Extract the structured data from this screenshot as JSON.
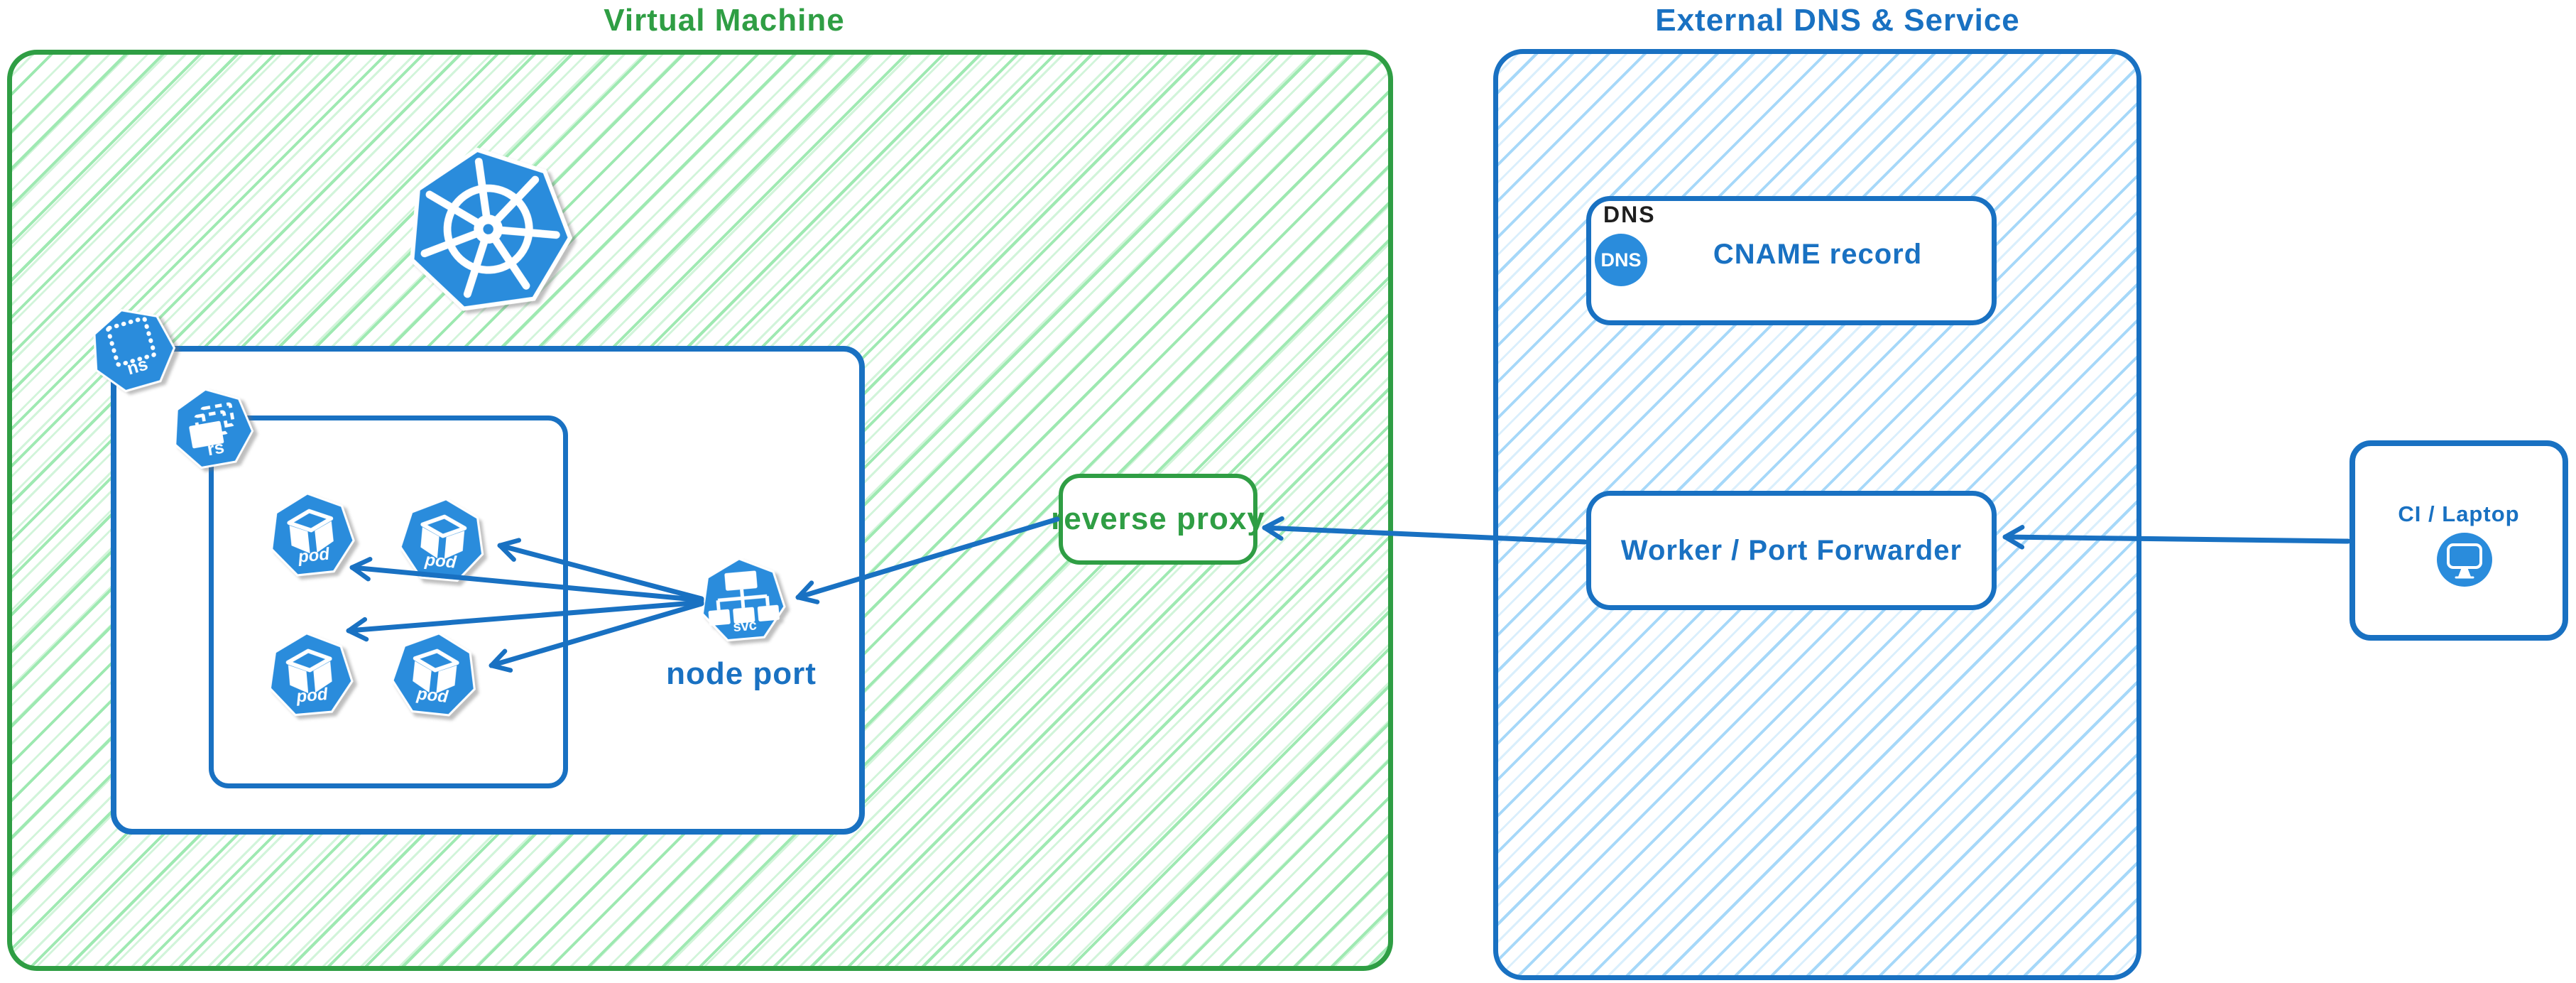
{
  "colors": {
    "green": "#2f9e44",
    "green_hatch": "#9ae8ae",
    "blue": "#1971c2",
    "blue_hatch": "#a3d7f9",
    "icon_blue": "#2a8cdc",
    "label_black": "#1e1e1e",
    "white": "#ffffff"
  },
  "vm": {
    "title": "Virtual Machine",
    "namespace_icon_label": "ns",
    "replicaset_icon_label": "rs",
    "pod_icon_label": "pod",
    "service_icon_label": "svc",
    "node_port_label": "node port",
    "reverse_proxy_label": "reverse proxy"
  },
  "external": {
    "title": "External DNS & Service",
    "dns_section_label": "DNS",
    "dns_icon_label": "DNS",
    "cname_label": "CNAME record",
    "worker_label": "Worker / Port Forwarder"
  },
  "client": {
    "label": "CI / Laptop"
  },
  "edges": [
    {
      "from": "CI / Laptop",
      "to": "Worker / Port Forwarder"
    },
    {
      "from": "Worker / Port Forwarder",
      "to": "reverse proxy"
    },
    {
      "from": "reverse proxy",
      "to": "node port service"
    },
    {
      "from": "node port service",
      "to": "pod 1"
    },
    {
      "from": "node port service",
      "to": "pod 2"
    },
    {
      "from": "node port service",
      "to": "pod 3"
    },
    {
      "from": "node port service",
      "to": "pod 4"
    }
  ]
}
